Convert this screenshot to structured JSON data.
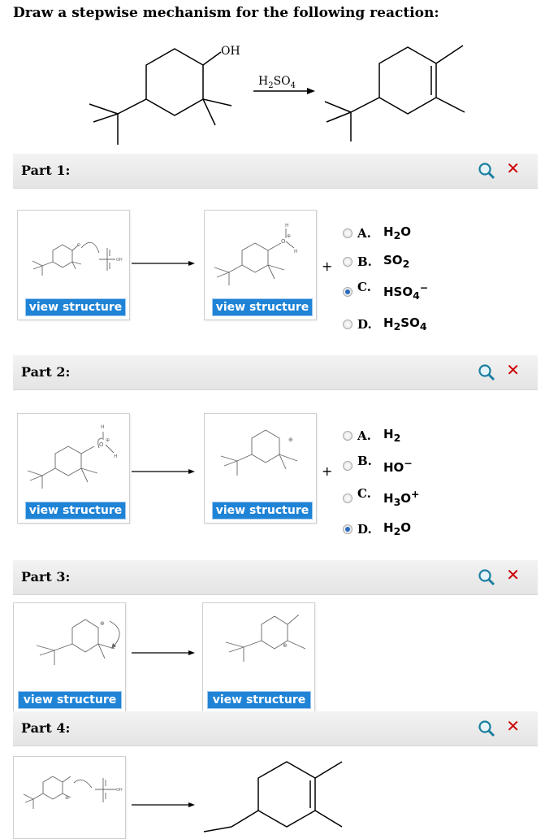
{
  "question": {
    "title": "Draw a stepwise mechanism for the following reaction:"
  },
  "reaction": {
    "reagent_main": "H",
    "reagent_sub1": "2",
    "reagent_mid": "SO",
    "reagent_sub2": "4",
    "oh_label": "OH"
  },
  "common": {
    "view_structure": "view structure",
    "plus": "+"
  },
  "parts": [
    {
      "label": "Part 1:",
      "options": [
        {
          "letter": "A.",
          "main": "H",
          "sub": "2",
          "tail": "O",
          "sup": "",
          "selected": false
        },
        {
          "letter": "B.",
          "main": "SO",
          "sub": "2",
          "tail": "",
          "sup": "",
          "selected": false
        },
        {
          "letter": "C.",
          "main": "HSO",
          "sub": "4",
          "tail": "",
          "sup": "−",
          "selected": true
        },
        {
          "letter": "D.",
          "main": "H",
          "sub": "2",
          "tail": "SO",
          "sub2": "4",
          "sup": "",
          "selected": false
        }
      ]
    },
    {
      "label": "Part 2:",
      "options": [
        {
          "letter": "A.",
          "main": "H",
          "sub": "2",
          "tail": "",
          "sup": "",
          "selected": false
        },
        {
          "letter": "B.",
          "main": "HO",
          "sub": "",
          "tail": "",
          "sup": "−",
          "selected": false
        },
        {
          "letter": "C.",
          "main": "H",
          "sub": "3",
          "tail": "O",
          "sup": "+",
          "selected": false
        },
        {
          "letter": "D.",
          "main": "H",
          "sub": "2",
          "tail": "O",
          "sup": "",
          "selected": true
        }
      ]
    },
    {
      "label": "Part 3:"
    },
    {
      "label": "Part 4:"
    }
  ],
  "atoms": {
    "h": "H",
    "o": "O",
    "s": "S",
    "oh": "OH",
    "plus_charge": "⊕"
  },
  "colors": {
    "accent": "#1f83d6",
    "close": "#cc0000",
    "radio_selected": "#2a6bbf"
  }
}
